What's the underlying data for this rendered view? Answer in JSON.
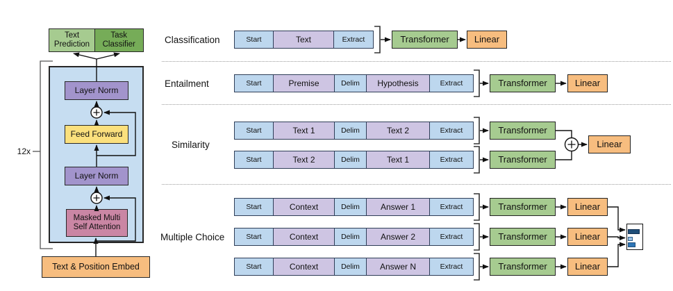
{
  "left": {
    "repeat_label": "12x",
    "output_heads": {
      "text_prediction": "Text\nPrediction",
      "task_classifier": "Task\nClassifier"
    },
    "layer_norm_top": "Layer Norm",
    "feed_forward": "Feed Forward",
    "layer_norm_bottom": "Layer Norm",
    "masked_attention": "Masked Multi\nSelf Attention",
    "embed": "Text & Position Embed"
  },
  "sections": {
    "classification": {
      "label": "Classification",
      "tokens": [
        "Start",
        "Text",
        "Extract"
      ],
      "transformer": "Transformer",
      "linear": "Linear"
    },
    "entailment": {
      "label": "Entailment",
      "tokens": [
        "Start",
        "Premise",
        "Delim",
        "Hypothesis",
        "Extract"
      ],
      "transformer": "Transformer",
      "linear": "Linear"
    },
    "similarity": {
      "label": "Similarity",
      "row1": [
        "Start",
        "Text 1",
        "Delim",
        "Text 2",
        "Extract"
      ],
      "row2": [
        "Start",
        "Text 2",
        "Delim",
        "Text 1",
        "Extract"
      ],
      "transformer1": "Transformer",
      "transformer2": "Transformer",
      "linear": "Linear"
    },
    "multiple_choice": {
      "label": "Multiple Choice",
      "row1": [
        "Start",
        "Context",
        "Delim",
        "Answer 1",
        "Extract"
      ],
      "row2": [
        "Start",
        "Context",
        "Delim",
        "Answer 2",
        "Extract"
      ],
      "row3": [
        "Start",
        "Context",
        "Delim",
        "Answer N",
        "Extract"
      ],
      "transformer1": "Transformer",
      "transformer2": "Transformer",
      "transformer3": "Transformer",
      "linear1": "Linear",
      "linear2": "Linear",
      "linear3": "Linear"
    }
  },
  "icons": {
    "add": "circled-plus",
    "answer_scores": "horizontal-bar-chart"
  },
  "colors": {
    "token_blue": "#bdd7ee",
    "token_purple": "#cec5e3",
    "green_light": "#a6cb90",
    "green_dark": "#76ac58",
    "orange": "#f7bd7f",
    "layer_norm_purple": "#a294cc",
    "feed_forward_yellow": "#fbe07d",
    "attention_pink": "#ca86a4",
    "container_blue": "#c6ddf1",
    "bar_dark": "#1f4e79",
    "bar_light": "#9dc3e6",
    "bar_mid": "#2e75b6"
  }
}
